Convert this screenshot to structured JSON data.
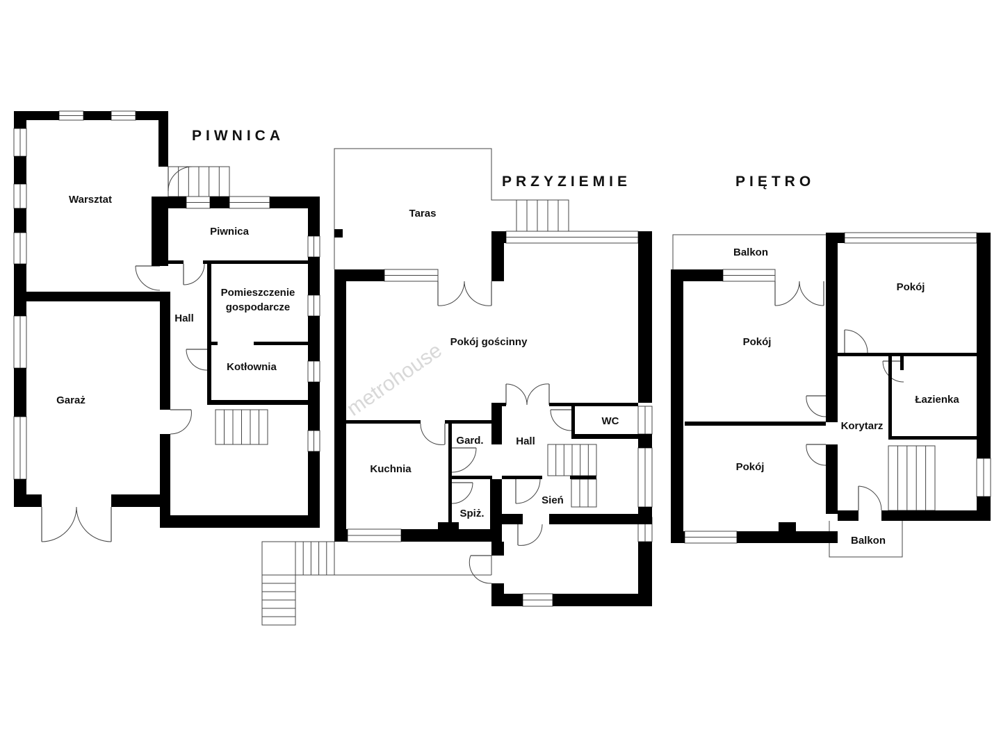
{
  "levels": {
    "basement": {
      "title": "PIWNICA",
      "rooms": [
        "Warsztat",
        "Piwnica",
        "Pomieszczenie",
        "gospodarcze",
        "Hall",
        "Kotłownia",
        "Garaż"
      ]
    },
    "ground": {
      "title": "PRZYZIEMIE",
      "rooms": [
        "Taras",
        "Pokój gościnny",
        "Gard.",
        "Hall",
        "WC",
        "Kuchnia",
        "Spiż.",
        "Sień"
      ]
    },
    "upper": {
      "title": "PIĘTRO",
      "rooms": [
        "Balkon",
        "Pokój",
        "Pokój",
        "Łazienka",
        "Korytarz",
        "Pokój",
        "Balkon"
      ]
    }
  },
  "watermark": "metrohouse",
  "colors": {
    "wall": "#000000",
    "line": "#444444",
    "watermark": "#d8d8d8"
  }
}
